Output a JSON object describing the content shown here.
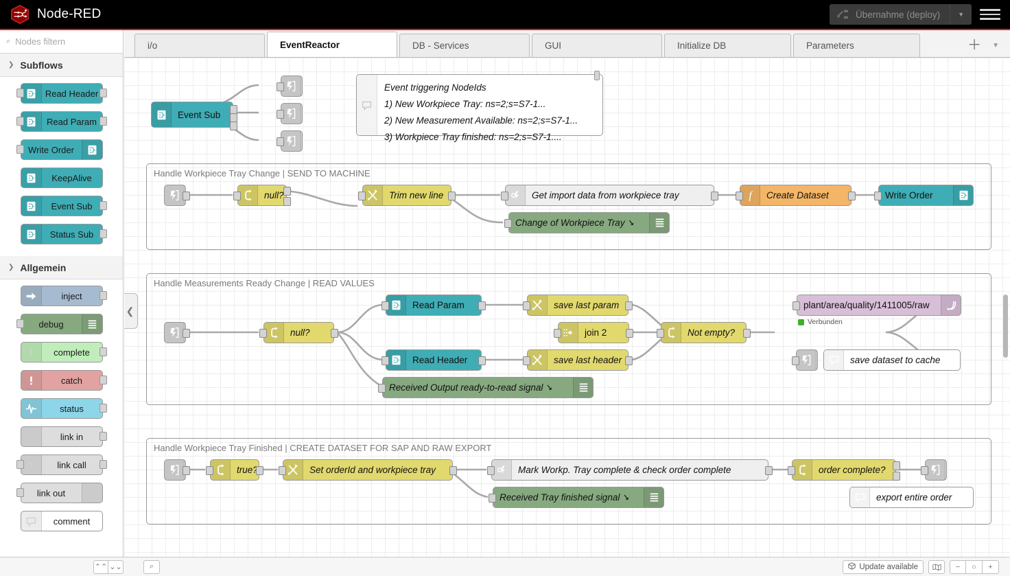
{
  "header": {
    "brand": "Node-RED",
    "logo_icon": "node-red-hexagon-logo",
    "deploy_label": "Übernahme (deploy)",
    "deploy_icon": "deploy-icon",
    "deploy_caret_icon": "chevron-down-icon",
    "menu_icon": "hamburger-menu-icon",
    "accent_color": "#e02020",
    "bar_color": "#000000"
  },
  "palette": {
    "search_placeholder": "Nodes filtern",
    "search_icon": "search-icon",
    "categories": [
      {
        "name": "Subflows",
        "chevron_icon": "chevron-down-icon",
        "color": "#3FADB5",
        "nodes": [
          {
            "label": "Read Header",
            "icon": "subflow-icon",
            "icon_side": "left",
            "has_input": true,
            "has_output": true
          },
          {
            "label": "Read Param",
            "icon": "subflow-icon",
            "icon_side": "left",
            "has_input": true,
            "has_output": true
          },
          {
            "label": "Write Order",
            "icon": "subflow-icon",
            "icon_side": "right",
            "has_input": true,
            "has_output": false
          },
          {
            "label": "KeepAlive",
            "icon": "subflow-icon",
            "icon_side": "left",
            "has_input": false,
            "has_output": false
          },
          {
            "label": "Event Sub",
            "icon": "subflow-icon",
            "icon_side": "left",
            "has_input": false,
            "has_output": true
          },
          {
            "label": "Status Sub",
            "icon": "subflow-icon",
            "icon_side": "left",
            "has_input": false,
            "has_output": true
          }
        ]
      },
      {
        "name": "Allgemein",
        "chevron_icon": "chevron-down-icon",
        "nodes": [
          {
            "label": "inject",
            "icon": "inject-arrow-icon",
            "icon_side": "left",
            "color": "#A6BBCF",
            "has_input": false,
            "has_output": true
          },
          {
            "label": "debug",
            "icon": "debug-lines-icon",
            "icon_side": "right",
            "color": "#87A980",
            "has_input": true,
            "has_output": false
          },
          {
            "label": "complete",
            "icon": "exclamation-icon",
            "icon_side": "left",
            "color": "#C0EDBA",
            "has_input": false,
            "has_output": true
          },
          {
            "label": "catch",
            "icon": "exclamation-icon",
            "icon_side": "left",
            "color": "#E2A2A2",
            "has_input": false,
            "has_output": true
          },
          {
            "label": "status",
            "icon": "pulse-wave-icon",
            "icon_side": "left",
            "color": "#8DD5E8",
            "has_input": false,
            "has_output": true
          },
          {
            "label": "link in",
            "icon": "link-icon",
            "icon_side": "left",
            "color": "#DDDDDD",
            "has_input": false,
            "has_output": true
          },
          {
            "label": "link call",
            "icon": "link-call-icon",
            "icon_side": "left",
            "color": "#DDDDDD",
            "has_input": true,
            "has_output": true
          },
          {
            "label": "link out",
            "icon": "link-icon",
            "icon_side": "right",
            "color": "#DDDDDD",
            "has_input": true,
            "has_output": false
          },
          {
            "label": "comment",
            "icon": "comment-bubble-icon",
            "icon_side": "left",
            "color": "#FFFFFF",
            "has_input": false,
            "has_output": false
          }
        ]
      }
    ]
  },
  "tabs": {
    "items": [
      {
        "label": "i/o",
        "active": false
      },
      {
        "label": "EventReactor",
        "active": true
      },
      {
        "label": "DB - Services",
        "active": false
      },
      {
        "label": "GUI",
        "active": false
      },
      {
        "label": "Initialize DB",
        "active": false
      },
      {
        "label": "Parameters",
        "active": false
      }
    ],
    "add_icon": "plus-icon",
    "list_icon": "chevron-down-icon"
  },
  "canvas": {
    "collapse_icon": "chevron-left-icon",
    "top_flow": {
      "event_sub": {
        "label": "Event Sub",
        "icon": "subflow-icon",
        "color": "#3FADB5"
      },
      "link_outs": [
        {
          "icon": "link-out-icon"
        },
        {
          "icon": "link-out-icon"
        },
        {
          "icon": "link-out-icon"
        }
      ],
      "comment": {
        "icon": "comment-bubble-icon",
        "lines": [
          "Event triggering NodeIds",
          "1) New Workpiece Tray: ns=2;s=S7-1...",
          "2) New Measurement Available: ns=2;s=S7-1...",
          "3) Workpiece Tray finished: ns=2;s=S7-1...."
        ]
      }
    },
    "groups": [
      {
        "label": "Handle Workpiece Tray Change | SEND TO MACHINE",
        "nodes": [
          {
            "label": "",
            "type": "link-in",
            "icon": "link-in-icon",
            "color": "#D9D9D9"
          },
          {
            "label": "null?",
            "type": "switch",
            "icon": "switch-icon",
            "color": "#E2D96E"
          },
          {
            "label": "Trim new line",
            "type": "change",
            "icon": "change-icon",
            "color": "#E2D96E"
          },
          {
            "label": "Get import data from workpiece tray",
            "type": "link-call",
            "icon": "link-call-icon",
            "color": "#EFEFEF"
          },
          {
            "label": "Create Dataset",
            "type": "function",
            "icon": "function-f-icon",
            "color": "#F3B567"
          },
          {
            "label": "Write Order",
            "type": "subflow",
            "icon": "subflow-icon",
            "color": "#3FADB5"
          },
          {
            "label": "Change of Workpiece Tray",
            "type": "debug",
            "icon": "debug-lines-icon",
            "color": "#87A980"
          }
        ]
      },
      {
        "label": "Handle Measurements Ready Change | READ VALUES",
        "nodes": [
          {
            "label": "",
            "type": "link-in",
            "icon": "link-in-icon",
            "color": "#D9D9D9"
          },
          {
            "label": "null?",
            "type": "switch",
            "icon": "switch-icon",
            "color": "#E2D96E"
          },
          {
            "label": "Read Param",
            "type": "subflow",
            "icon": "subflow-icon",
            "color": "#3FADB5"
          },
          {
            "label": "Read Header",
            "type": "subflow",
            "icon": "subflow-icon",
            "color": "#3FADB5"
          },
          {
            "label": "save last param",
            "type": "change",
            "icon": "change-icon",
            "color": "#E2D96E"
          },
          {
            "label": "save last header",
            "type": "change",
            "icon": "change-icon",
            "color": "#E2D96E"
          },
          {
            "label": "join 2",
            "type": "join",
            "icon": "join-icon",
            "color": "#E2D96E"
          },
          {
            "label": "Not empty?",
            "type": "switch",
            "icon": "switch-icon",
            "color": "#E2D96E"
          },
          {
            "label": "plant/area/quality/1411005/raw",
            "type": "mqtt",
            "icon": "mqtt-signal-icon",
            "color": "#D8BFD8"
          },
          {
            "label": "save dataset to cache",
            "type": "comment",
            "icon": "comment-bubble-icon",
            "color": "#FFFFFF"
          },
          {
            "label": "Received Output ready-to-read signal",
            "type": "debug",
            "icon": "debug-lines-icon",
            "color": "#87A980"
          },
          {
            "label": "",
            "type": "link-out",
            "icon": "link-out-icon",
            "color": "#D9D9D9"
          }
        ],
        "mqtt_status": {
          "text": "Verbunden",
          "color": "#3FAE2A"
        }
      },
      {
        "label": "Handle Workpiece Tray Finished | CREATE DATASET FOR SAP AND RAW EXPORT",
        "nodes": [
          {
            "label": "",
            "type": "link-in",
            "icon": "link-in-icon",
            "color": "#D9D9D9"
          },
          {
            "label": "true?",
            "type": "switch",
            "icon": "switch-icon",
            "color": "#E2D96E"
          },
          {
            "label": "Set orderId and workpiece tray",
            "type": "change",
            "icon": "change-icon",
            "color": "#E2D96E"
          },
          {
            "label": "Mark Workp. Tray complete & check order complete",
            "type": "link-call",
            "icon": "link-call-icon",
            "color": "#EFEFEF"
          },
          {
            "label": "order complete?",
            "type": "switch",
            "icon": "switch-icon",
            "color": "#E2D96E"
          },
          {
            "label": "",
            "type": "link-out",
            "icon": "link-out-icon",
            "color": "#D9D9D9"
          },
          {
            "label": "Received Tray finished signal",
            "type": "debug",
            "icon": "debug-lines-icon",
            "color": "#87A980"
          },
          {
            "label": "export entire order",
            "type": "comment",
            "icon": "comment-bubble-icon",
            "color": "#FFFFFF"
          }
        ]
      }
    ]
  },
  "footer": {
    "collapse_up_icon": "chevrons-up-icon",
    "collapse_down_icon": "chevrons-down-icon",
    "search_icon": "search-icon",
    "update_label": "Update available",
    "update_icon": "package-icon",
    "navigator_icon": "map-navigator-icon",
    "zoom_out_label": "−",
    "zoom_reset_label": "○",
    "zoom_in_label": "+"
  }
}
